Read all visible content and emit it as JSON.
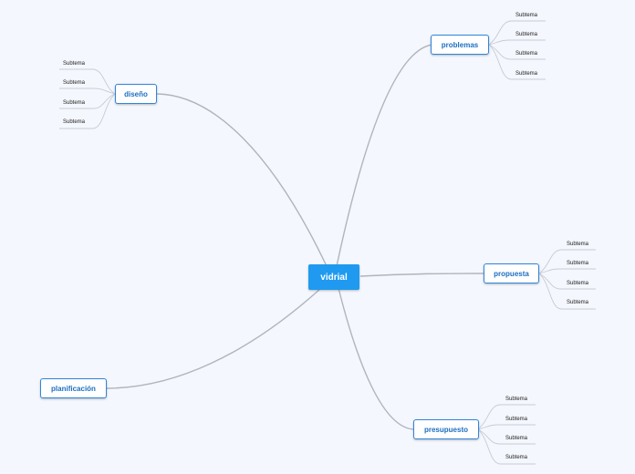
{
  "central": {
    "label": "vidrial",
    "color": "#1f9af0"
  },
  "topics": [
    {
      "id": "problemas",
      "label": "problemas",
      "subtopics": [
        "Subtema",
        "Subtema",
        "Subtema",
        "Subtema"
      ]
    },
    {
      "id": "diseno",
      "label": "diseño",
      "subtopics": [
        "Subtema",
        "Subtema",
        "Subtema",
        "Subtema"
      ]
    },
    {
      "id": "propuesta",
      "label": "propuesta",
      "subtopics": [
        "Subtema",
        "Subtema",
        "Subtema",
        "Subtema"
      ]
    },
    {
      "id": "planificacion",
      "label": "planificación",
      "subtopics": []
    },
    {
      "id": "presupuesto",
      "label": "presupuesto",
      "subtopics": [
        "Subtema",
        "Subtema",
        "Subtema",
        "Subtema"
      ]
    }
  ],
  "colors": {
    "background": "#f4f7fd",
    "node_border": "#2f86dc",
    "node_text": "#1b6fc2",
    "connector": "#b0b4bc"
  }
}
